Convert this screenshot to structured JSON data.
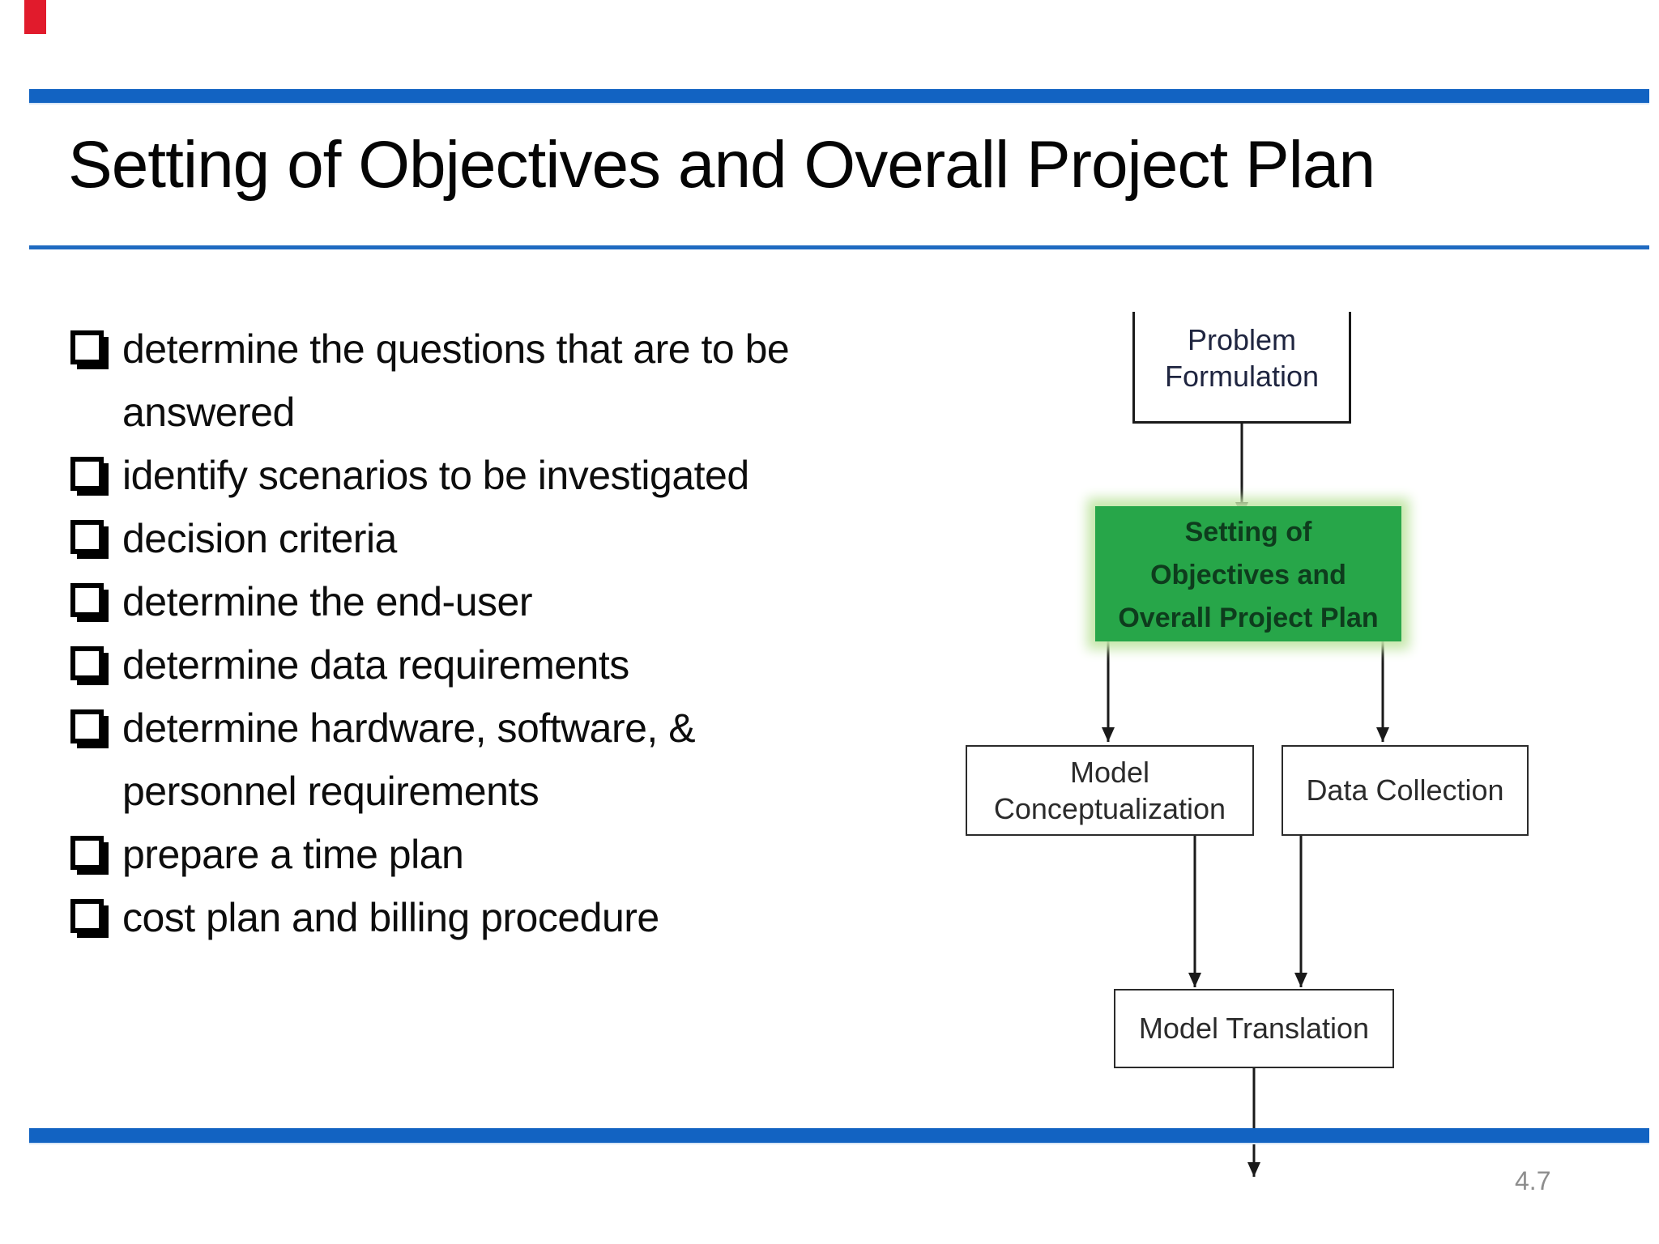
{
  "slide": {
    "title": "Setting of Objectives and Overall Project Plan",
    "page_number": "4.7",
    "bullets": [
      "determine the questions that are to be\nanswered",
      "identify scenarios to be investigated",
      "decision criteria",
      "determine the end-user",
      "determine data requirements",
      "determine hardware, software, &\npersonnel requirements",
      "prepare a time plan",
      "cost plan and billing procedure"
    ],
    "flowchart": {
      "problem_formulation": "Problem\nFormulation",
      "setting_of_objectives": "Setting of\nObjectives and\nOverall Project Plan",
      "model_conceptualization": "Model\nConceptualization",
      "data_collection": "Data Collection",
      "model_translation": "Model Translation"
    },
    "colors": {
      "accent_blue": "#1263c2",
      "highlight_green": "#27a649",
      "highlight_glow": "#c6e7ab",
      "marker_red": "#e11b2c",
      "page_number_gray": "#8d8d8d"
    }
  }
}
